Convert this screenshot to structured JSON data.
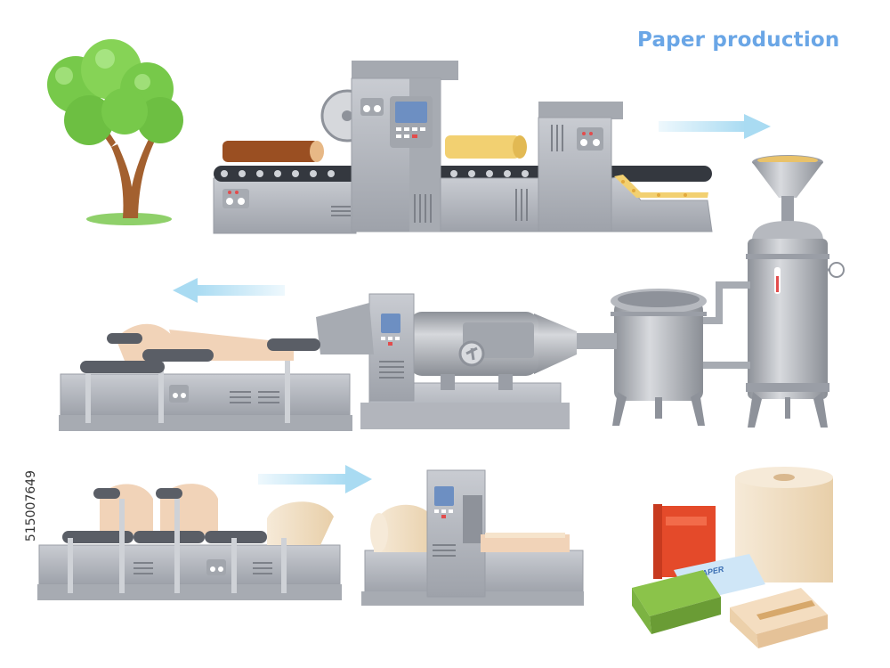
{
  "title": "Paper production",
  "stock_id": "515007649",
  "paper_label": "PAPER",
  "colors": {
    "machine": "#b9bcc3",
    "machine_dark": "#8e929a",
    "belt": "#34383f",
    "screen": "#6d8fc2",
    "arrow": "#bfe3f5",
    "tree_leaves": "#77c94a",
    "tree_trunk": "#a3602f",
    "paper": "#f1d3b8"
  },
  "icons": [
    "tree-icon",
    "log-icon",
    "sawmill-machine-icon",
    "chipper-machine-icon",
    "hopper-tank-icon",
    "pulp-vat-icon",
    "pulp-cylinder-machine-icon",
    "paper-press-rollers-icon",
    "paper-roller-line-icon",
    "paper-cutter-machine-icon",
    "paper-products-icon"
  ]
}
